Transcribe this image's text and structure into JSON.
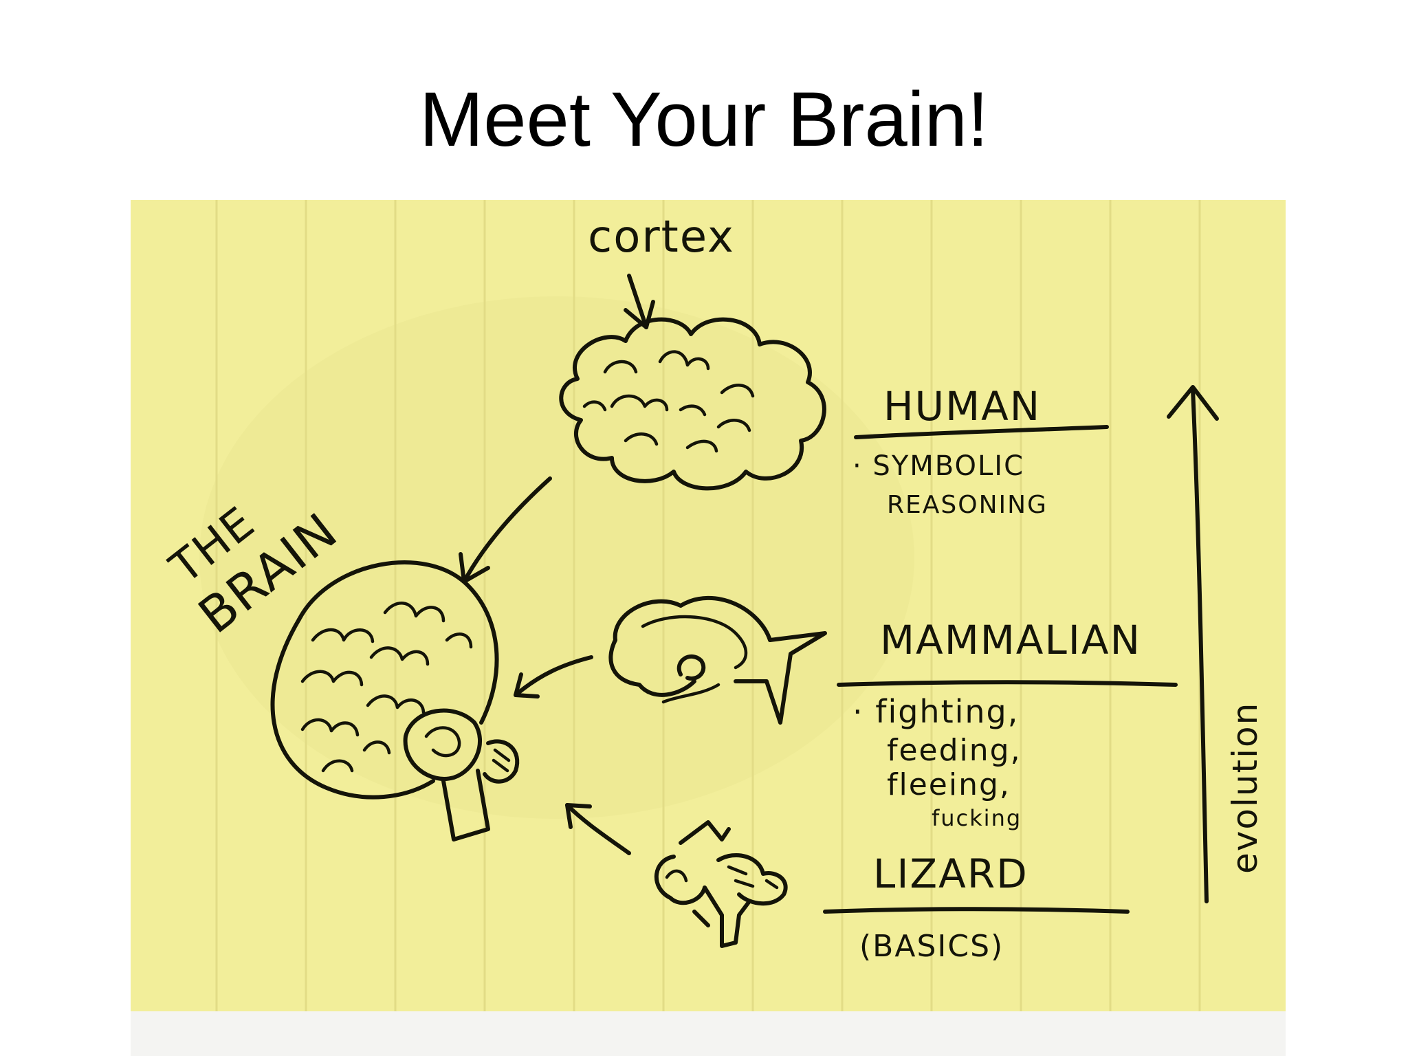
{
  "slide": {
    "title": "Meet Your Brain!"
  },
  "sketch": {
    "labels": {
      "the_brain_line1": "THE",
      "the_brain_line2": "BRAIN",
      "cortex": "cortex",
      "evolution": "evolution"
    },
    "levels": [
      {
        "name": "HUMAN",
        "details": [
          "· SYMBOLIC",
          "REASONING"
        ]
      },
      {
        "name": "MAMMALIAN",
        "details": [
          "· fighting,",
          "feeding,",
          "fleeing,",
          "fucking"
        ]
      },
      {
        "name": "LIZARD",
        "details": [
          "(BASICS)"
        ]
      }
    ]
  },
  "colors": {
    "paper": "#f2ee9a",
    "ruled_line": "#e3dd84",
    "ink": "#141409"
  }
}
